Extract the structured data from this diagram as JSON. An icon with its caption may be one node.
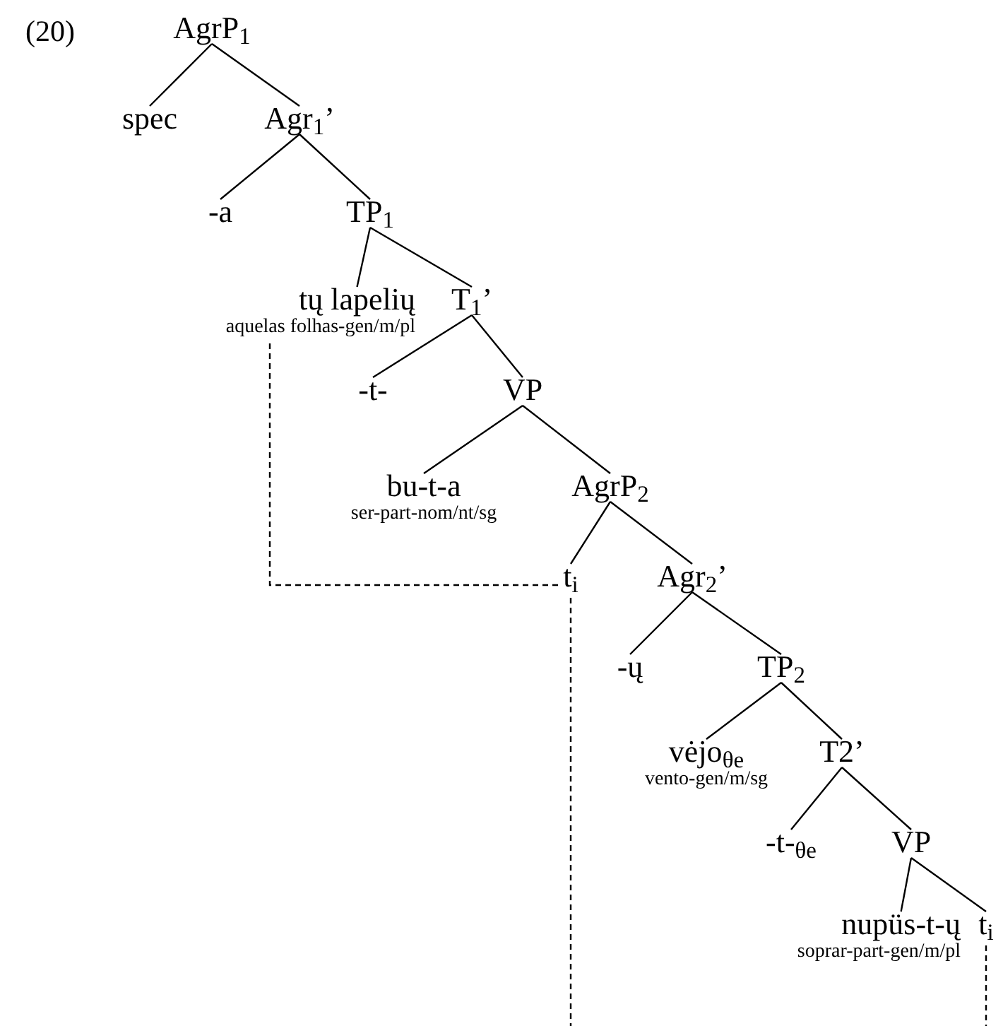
{
  "diagram": {
    "nodes": [
      {
        "text": [
          "AgrP$_{1}$"
        ]
      },
      {
        "text": [
          "spec"
        ]
      },
      {
        "text": [
          "Agr$_{1}$’"
        ]
      },
      {
        "text": [
          "-a"
        ]
      },
      {
        "text": [
          "TP$_{1}$"
        ]
      },
      {
        "text": [
          "tų lapelių",
          "aquelas folhas-gen/m/pl"
        ]
      },
      {
        "text": [
          "T$_{1}$’"
        ]
      },
      {
        "text": [
          "-t-"
        ]
      },
      {
        "text": [
          "VP"
        ]
      },
      {
        "text": [
          "bu-t-a",
          "ser-part-nom/nt/sg"
        ]
      },
      {
        "text": [
          "AgrP$_{2}$"
        ]
      },
      {
        "text": [
          "t$_{i}$"
        ]
      },
      {
        "text": [
          "Agr$_{2}$’"
        ]
      },
      {
        "text": [
          "-ų"
        ]
      },
      {
        "text": [
          "TP$_{2}$"
        ]
      },
      {
        "text": [
          "vėjo$_{θe}$",
          "vento-gen/m/sg"
        ]
      },
      {
        "text": [
          "T2’"
        ]
      },
      {
        "text": [
          "-t-$_{θe}$"
        ]
      },
      {
        "text": [
          "VP"
        ]
      },
      {
        "text": [
          "nupüs-t-ų",
          "soprar-part-gen/m/pl"
        ]
      },
      {
        "text": [
          "t$_{i}$"
        ]
      }
    ],
    "edges": [
      {
        "from": 0,
        "to": 1,
        "arrow": "none"
      },
      {
        "from": 0,
        "to": 2,
        "arrow": "none"
      },
      {
        "from": 2,
        "to": 3,
        "arrow": "none"
      },
      {
        "from": 2,
        "to": 4,
        "arrow": "none"
      },
      {
        "from": 4,
        "to": 5,
        "arrow": "none"
      },
      {
        "from": 4,
        "to": 6,
        "arrow": "none"
      },
      {
        "from": 6,
        "to": 7,
        "arrow": "none"
      },
      {
        "from": 6,
        "to": 8,
        "arrow": "none"
      },
      {
        "from": 8,
        "to": 9,
        "arrow": "none"
      },
      {
        "from": 8,
        "to": 10,
        "arrow": "none"
      },
      {
        "from": 10,
        "to": 11,
        "arrow": "none"
      },
      {
        "from": 10,
        "to": 12,
        "arrow": "none"
      },
      {
        "from": 12,
        "to": 13,
        "arrow": "none"
      },
      {
        "from": 12,
        "to": 14,
        "arrow": "none"
      },
      {
        "from": 14,
        "to": 15,
        "arrow": "none"
      },
      {
        "from": 14,
        "to": 16,
        "arrow": "none"
      },
      {
        "from": 16,
        "to": 17,
        "arrow": "none"
      },
      {
        "from": 16,
        "to": 18,
        "arrow": "none"
      },
      {
        "from": 18,
        "to": 19,
        "arrow": "none"
      },
      {
        "from": 18,
        "to": 20,
        "arrow": "none"
      },
      {
        "from": 5,
        "to": 11,
        "arrow": "none",
        "style": "dashed"
      },
      {
        "from": 11,
        "to": null,
        "arrow": "none",
        "style": "dashed"
      },
      {
        "from": 20,
        "to": null,
        "arrow": "none",
        "style": "dashed"
      }
    ],
    "labels": [
      "(20)"
    ]
  }
}
